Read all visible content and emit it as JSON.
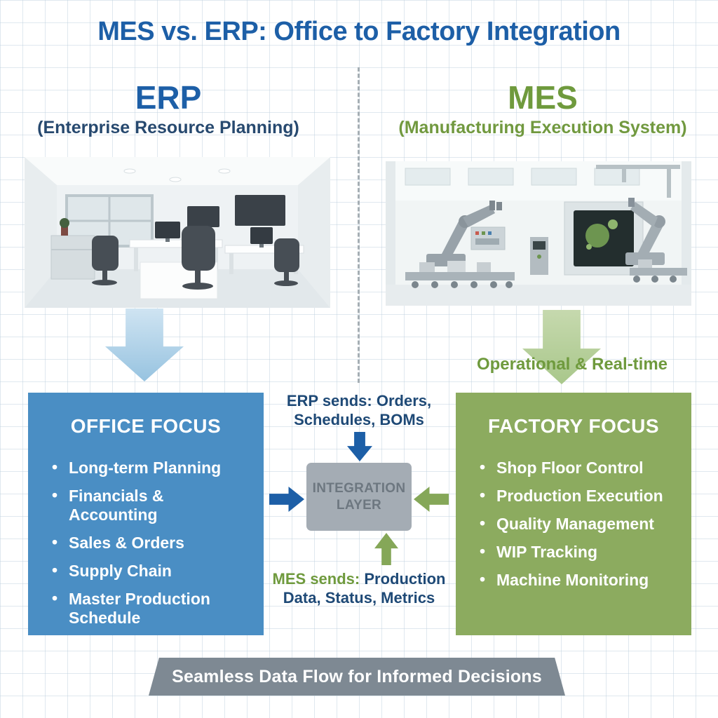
{
  "title": "MES vs. ERP: Office to Factory Integration",
  "erp": {
    "heading": "ERP",
    "subtitle": "(Enterprise Resource Planning)",
    "illustration_alt": "Office workspace with desks, chairs, monitors and a window",
    "focus_box": {
      "title": "OFFICE FOCUS",
      "items": [
        "Long-term Planning",
        "Financials & Accounting",
        "Sales & Orders",
        "Supply Chain",
        "Master Production Schedule"
      ]
    }
  },
  "mes": {
    "heading": "MES",
    "subtitle": "(Manufacturing Execution System)",
    "illustration_alt": "Factory floor with robotic arms, conveyors and machines",
    "arrow_label": "Operational & Real-time",
    "focus_box": {
      "title": "FACTORY FOCUS",
      "items": [
        "Shop Floor Control",
        "Production Execution",
        "Quality Management",
        "WIP Tracking",
        "Machine Monitoring"
      ]
    }
  },
  "integration": {
    "erp_sends": "ERP sends: Orders, Schedules, BOMs",
    "layer_line1": "INTEGRATION",
    "layer_line2": "LAYER",
    "mes_sends_prefix": "MES sends:",
    "mes_sends_rest": "Production Data, Status, Metrics"
  },
  "footer": {
    "banner": "Seamless Data Flow for Informed Decisions"
  },
  "icons": {
    "erp_flow_arrow": "block-arrow-down",
    "mes_flow_arrow": "block-arrow-down",
    "erp_sends_arrow": "block-arrow-down",
    "erp_to_integration_arrow": "block-arrow-right",
    "mes_to_integration_arrow": "block-arrow-left",
    "mes_sends_arrow": "block-arrow-up"
  },
  "colors": {
    "title_blue": "#1d5fa7",
    "mes_green": "#6f9a3d",
    "office_box_blue": "#4a8ec4",
    "factory_box_green": "#8cab5f",
    "integration_gray": "#a4acb4",
    "banner_gray": "#7e8993"
  }
}
